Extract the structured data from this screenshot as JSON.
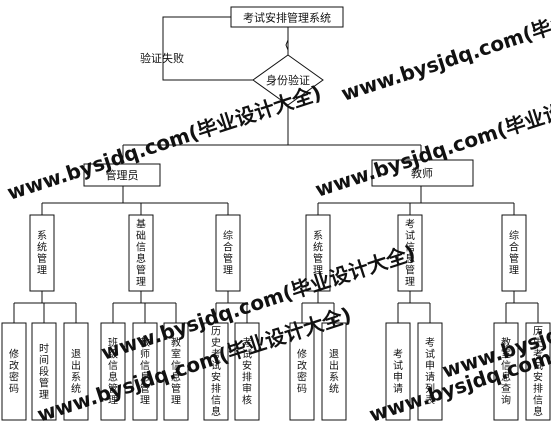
{
  "title": "考试安排管理系统",
  "auth_fail": "验证失败",
  "decision": "身份验证",
  "roles": [
    "管理员",
    "教师"
  ],
  "groups": [
    "系统管理",
    "基础信息管理",
    "综合管理",
    "系统管理",
    "考试信息管理",
    "综合管理"
  ],
  "leaves": [
    "修改密码",
    "时间段管理",
    "退出系统",
    "班级信息管理",
    "教师信息管理",
    "教室信息管理",
    "历史考试安排信息",
    "考试安排审核",
    "修改密码",
    "退出系统",
    "考试申请",
    "考试申请列表",
    "教室信息查询",
    "历史考试安排信息"
  ],
  "watermarks": [
    "www.bysjdq.com(毕业设计大全)",
    "www.bysjdq.com(毕业设计大全)",
    "www.bysjdq.com(毕业设计大全)",
    "www.bysjdq.com(毕业设计大全)",
    "www.bysjdq.com(毕业设计大全)",
    "www.bysjdq.com(毕业设计大全)",
    "www.bysjdq.com(毕业设计大全)"
  ]
}
